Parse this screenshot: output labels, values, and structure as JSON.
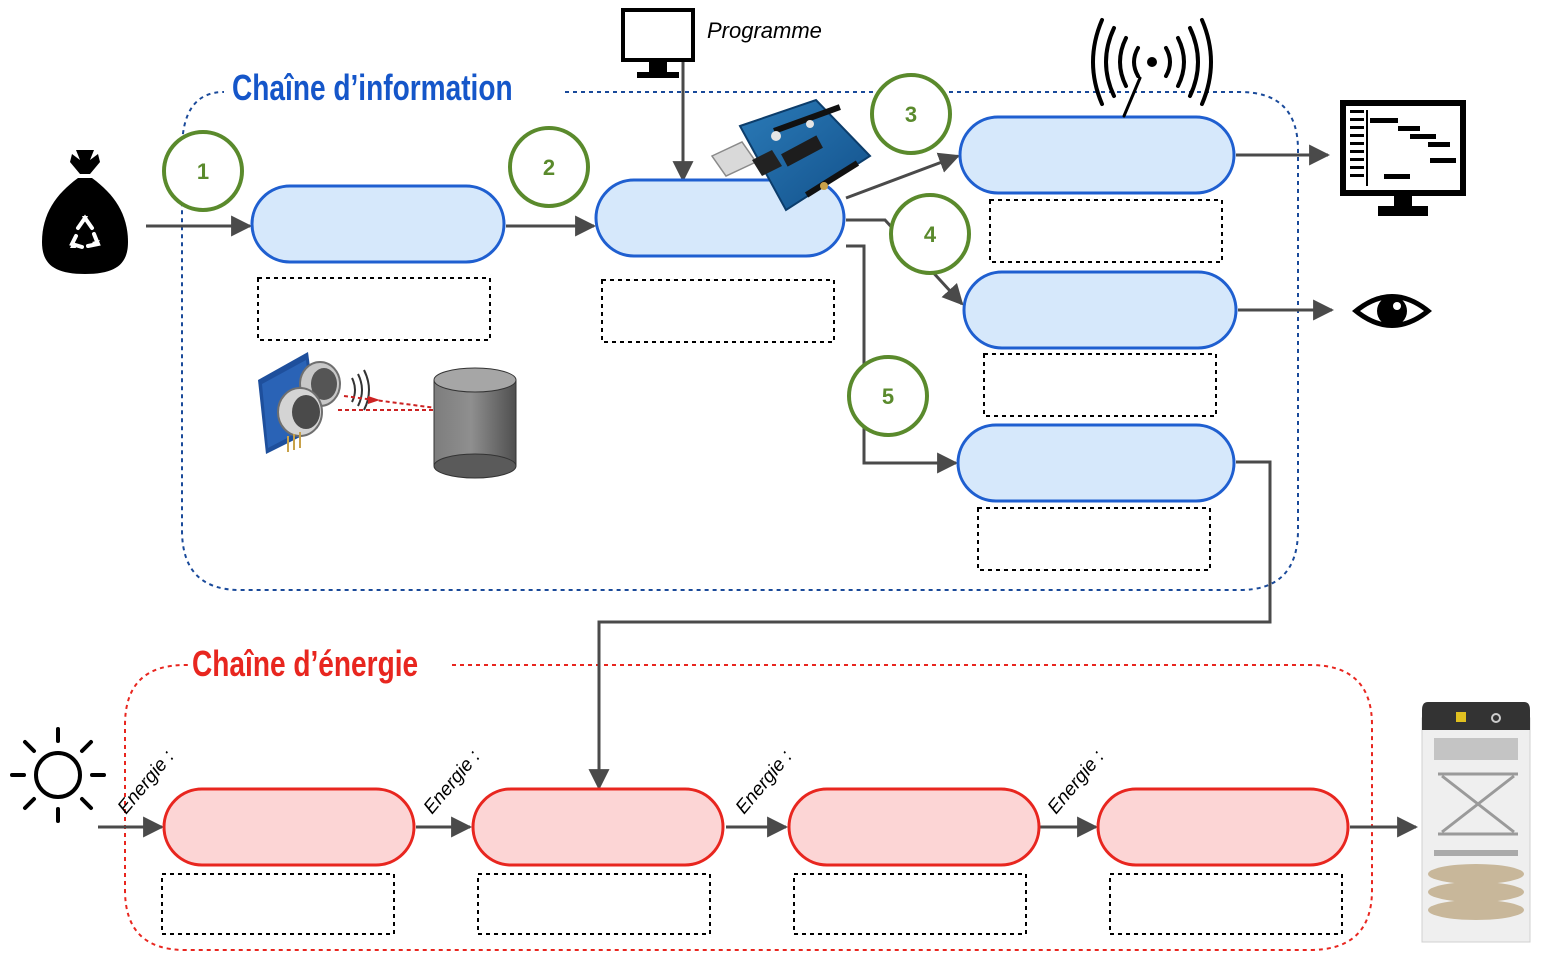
{
  "info_chain": {
    "title": "Chaîne d’information",
    "title_color": "#1556c9",
    "border_color": "#1a4a9a",
    "block_fill": "#d6e8fb",
    "block_stroke": "#1f5fd0"
  },
  "energy_chain": {
    "title": "Chaîne d’énergie",
    "title_color": "#e8261f",
    "border_color": "#e8261f",
    "block_fill": "#fcd5d5",
    "block_stroke": "#e8261f"
  },
  "program_label": "Programme",
  "step_numbers": [
    "1",
    "2",
    "3",
    "4",
    "5"
  ],
  "step_circle_color": "#5a8a2c",
  "energy_labels": [
    "Energie :",
    "Energie :",
    "Energie :",
    "Energie :"
  ],
  "arrow_color": "#4a4a4a",
  "icons": {
    "input": "garbage-bag-recycle-icon",
    "program": "computer-monitor-icon",
    "wireless": "wireless-signal-icon",
    "display_output": "monitor-timeline-icon",
    "visual_output": "eye-icon",
    "sensor": "ultrasonic-sensor-icon",
    "target": "cylinder-icon",
    "controller": "arduino-board-icon",
    "energy_source": "sun-icon",
    "energy_output": "trash-compactor-icon"
  }
}
